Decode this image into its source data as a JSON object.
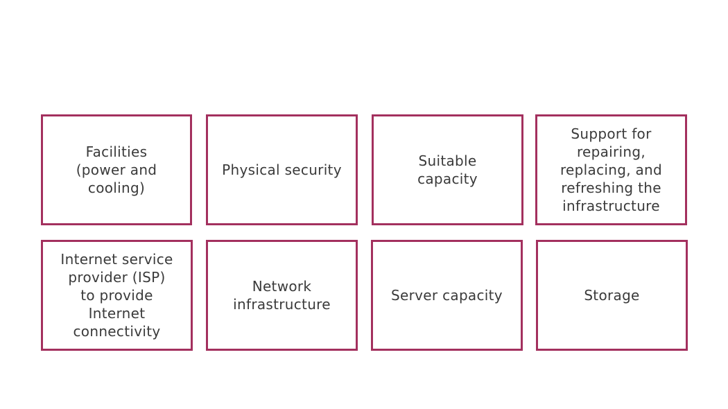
{
  "colors": {
    "card_border": "#a3305e",
    "text": "#3a3a3a",
    "background": "#ffffff"
  },
  "cards": [
    {
      "label": "Facilities\n(power and\ncooling)"
    },
    {
      "label": "Physical security"
    },
    {
      "label": "Suitable\ncapacity"
    },
    {
      "label": "Support for\nrepairing,\nreplacing, and\nrefreshing the\ninfrastructure"
    },
    {
      "label": "Internet service\nprovider (ISP)\nto provide\nInternet\nconnectivity"
    },
    {
      "label": "Network\ninfrastructure"
    },
    {
      "label": "Server capacity"
    },
    {
      "label": "Storage"
    }
  ]
}
